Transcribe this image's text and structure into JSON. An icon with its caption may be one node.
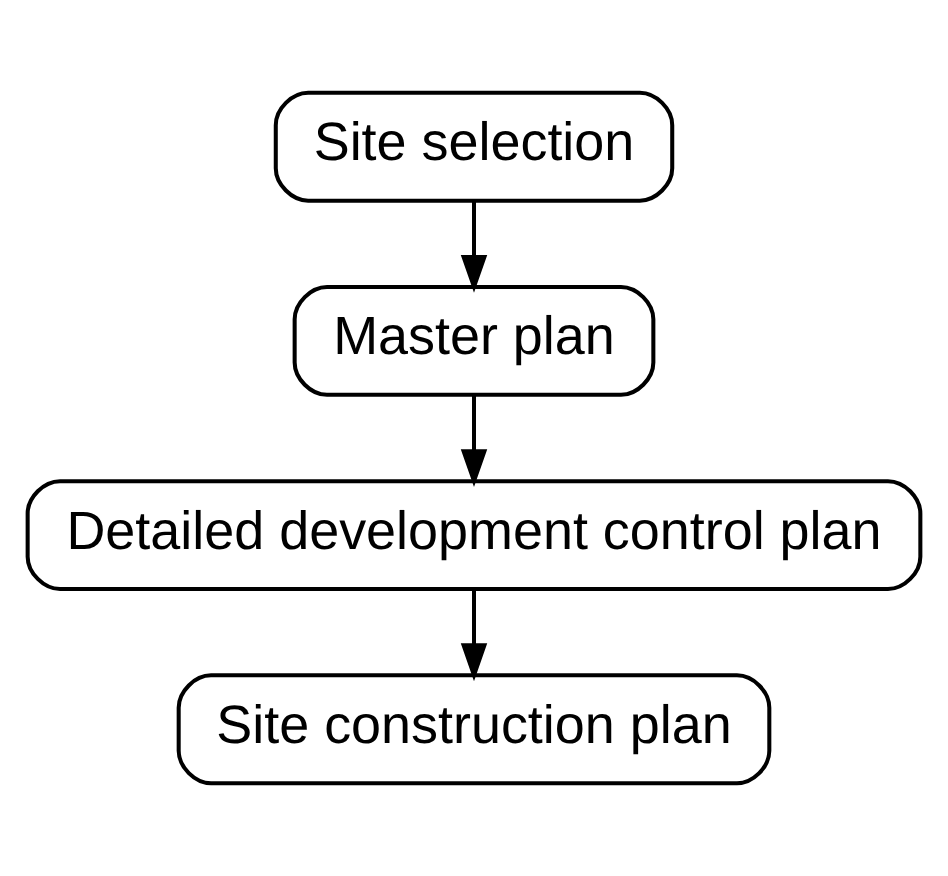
{
  "diagram": {
    "nodes": [
      {
        "text": [
          "Site selection"
        ]
      },
      {
        "text": [
          "Master plan"
        ]
      },
      {
        "text": [
          "Detailed development control plan"
        ]
      },
      {
        "text": [
          "Site construction plan"
        ]
      }
    ],
    "edges": [
      {
        "from": 0,
        "to": 1,
        "arrow": "to"
      },
      {
        "from": 1,
        "to": 2,
        "arrow": "to"
      },
      {
        "from": 2,
        "to": 3,
        "arrow": "to"
      }
    ]
  }
}
